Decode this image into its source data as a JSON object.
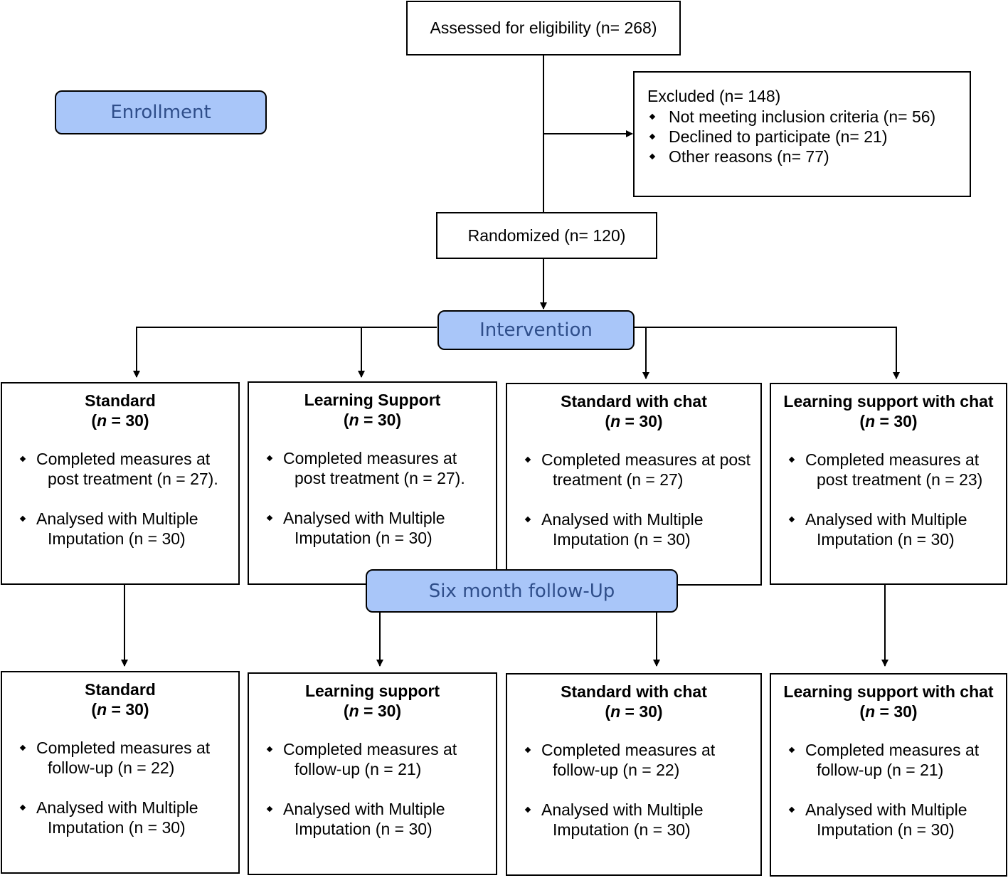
{
  "phases": {
    "enrollment": "Enrollment",
    "intervention": "Intervention",
    "followup": "Six month follow-Up"
  },
  "assessed": "Assessed for eligibility (n= 268)",
  "excluded": {
    "title": "Excluded  (n=  148)",
    "items": [
      "Not meeting inclusion criteria (n= 56)",
      "Declined to participate (n=  21)",
      "Other reasons (n=  77)"
    ]
  },
  "randomized": "Randomized (n= 120)",
  "post": [
    {
      "title": "Standard",
      "n": "(n = 30)",
      "items": [
        "Completed measures at post treatment (n = 27).",
        "Analysed with Multiple Imputation (n = 30)"
      ]
    },
    {
      "title": "Learning Support",
      "n": "(n = 30)",
      "items": [
        "Completed measures at post treatment (n = 27).",
        "Analysed with Multiple Imputation (n = 30)"
      ]
    },
    {
      "title": "Standard with chat",
      "n": "(n = 30)",
      "items": [
        "Completed measures at post treatment (n = 27)",
        "Analysed with Multiple Imputation (n = 30)"
      ]
    },
    {
      "title": "Learning support with chat",
      "n": "(n = 30)",
      "items": [
        "Completed measures at post treatment (n = 23)",
        "Analysed with Multiple Imputation (n = 30)"
      ]
    }
  ],
  "followup": [
    {
      "title": "Standard",
      "n": "(n = 30)",
      "items": [
        "Completed measures at follow-up (n = 22)",
        "Analysed with Multiple Imputation (n = 30)"
      ]
    },
    {
      "title": "Learning support",
      "n": "(n = 30)",
      "items": [
        "Completed measures at follow-up (n = 21)",
        "Analysed with Multiple Imputation (n = 30)"
      ]
    },
    {
      "title": "Standard with chat",
      "n": "(n = 30)",
      "items": [
        "Completed measures at follow-up (n = 22)",
        "Analysed with Multiple Imputation (n = 30)"
      ]
    },
    {
      "title": "Learning support with chat",
      "n": "(n = 30)",
      "items": [
        "Completed measures at follow-up (n = 21)",
        "Analysed with Multiple Imputation (n = 30)"
      ]
    }
  ]
}
